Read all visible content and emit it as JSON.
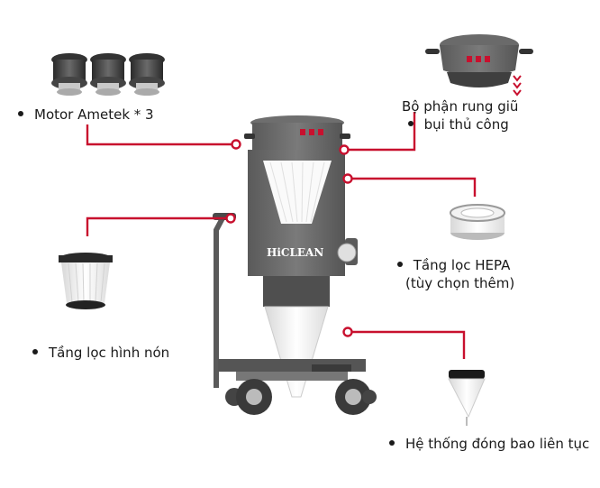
{
  "brand": "HiCLEAN",
  "colors": {
    "accent_line": "#c8102e",
    "body_gray": "#6b6b6b",
    "dark_gray": "#4a4a4a",
    "filter_white": "#f4f4f4"
  },
  "callouts": {
    "motor": {
      "label": "Motor Ametek * 3",
      "icon": "motor-icon"
    },
    "shaker": {
      "line1": "Bộ phận rung giũ",
      "line2": "bụi thủ công",
      "icon": "shaker-head-icon"
    },
    "hepa": {
      "line1": "Tầng lọc HEPA",
      "line2": "(tùy chọn thêm)",
      "icon": "hepa-filter-icon"
    },
    "cone": {
      "label": "Tầng lọc hình nón",
      "icon": "cone-filter-icon"
    },
    "bagging": {
      "label": "Hệ thống đóng bao liên tục",
      "icon": "bag-cone-icon"
    }
  }
}
